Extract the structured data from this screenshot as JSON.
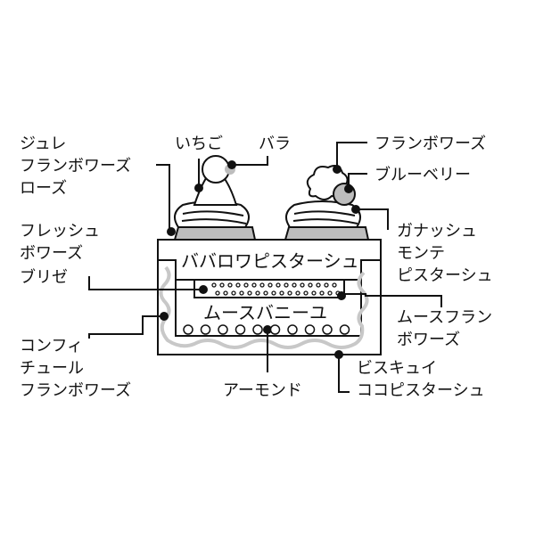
{
  "labels": {
    "gelee": [
      "ジュレ",
      "フランボワーズ",
      "ローズ"
    ],
    "strawberry": "いちご",
    "rose": "バラ",
    "raspberry": "フランボワーズ",
    "blueberry": "ブルーベリー",
    "ganache": [
      "ガナッシュ",
      "モンテ",
      "ピスターシュ"
    ],
    "pate_brisee": [
      "フレッシュ",
      "ボワーズ",
      "ブリゼ"
    ],
    "bavarois": "ババロワピスターシュ",
    "mousse_vanille": "ムースバニーユ",
    "mousse_framboise": [
      "ムースフラン",
      "ボワーズ"
    ],
    "confiture": [
      "コンフィ",
      "チュール",
      "フランボワーズ"
    ],
    "almond": "アーモンド",
    "biscuit": [
      "ビスキュイ",
      "ココピスターシュ"
    ]
  },
  "colors": {
    "line": "#111111",
    "gray": "#bdbdbd",
    "wave": "#c8c8c8"
  }
}
